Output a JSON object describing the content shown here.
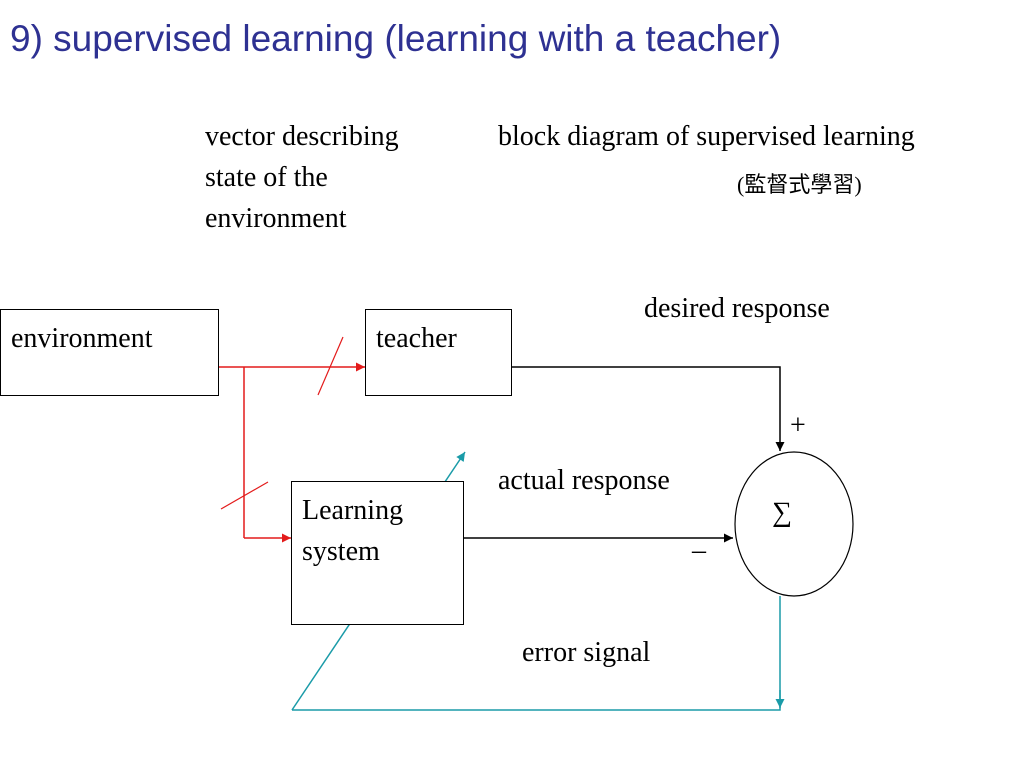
{
  "title": "9) supervised learning (learning with a teacher)",
  "labels": {
    "vector_line1": "vector describing",
    "vector_line2": "state of the",
    "vector_line3": "environment",
    "block_title": "block diagram of supervised learning",
    "block_subtitle": "(監督式學習)",
    "desired_response": "desired response",
    "actual_response": "actual response",
    "error_signal": "error signal",
    "plus_sign": "+",
    "minus_sign": "–",
    "sum_symbol": "∑"
  },
  "boxes": {
    "environment": "environment",
    "teacher": "teacher",
    "learning_line1": "Learning",
    "learning_line2": "system"
  },
  "colors": {
    "title": "#2e3192",
    "state_vector_lines": "#e31b1b",
    "error_feedback_lines": "#1a9ba8",
    "signal_lines": "#000000"
  }
}
